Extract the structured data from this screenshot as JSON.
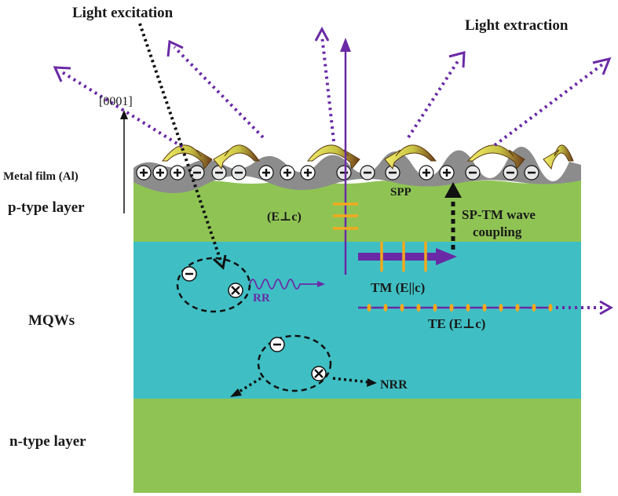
{
  "labels": {
    "light_excitation": "Light excitation",
    "light_extraction": "Light extraction",
    "direction": "[0001]",
    "metal_film": "Metal film (Al)",
    "p_type": "p-type layer",
    "mqws": "MQWs",
    "n_type": "n-type layer",
    "spp": "SPP",
    "e_perp_c": "(E⊥c)",
    "sp_tm_line1": "SP-TM wave",
    "sp_tm_line2": "coupling",
    "tm": "TM (E||c)",
    "te": "TE (E⊥c)",
    "rr": "RR",
    "nrr": "NRR"
  },
  "charges": [
    "+",
    "+",
    "+",
    "-",
    "-",
    "-",
    "+",
    "+",
    "+",
    "-",
    "-",
    "-",
    "+",
    "+",
    "-",
    "-",
    "-"
  ],
  "colors": {
    "p_layer": "#8fc454",
    "n_layer": "#8fc454",
    "mqw": "#3fbfc4",
    "metal": "#8c8c8c",
    "purple": "#6a2aa6",
    "orange": "#f2a91e",
    "arrow_yellow": "#d9d54a",
    "arrow_dark": "#6b3a1a"
  },
  "icons": {
    "recombination_arrow": "curved-arrow-icon",
    "electron": "minus-circle-icon",
    "hole": "cross-circle-icon"
  }
}
